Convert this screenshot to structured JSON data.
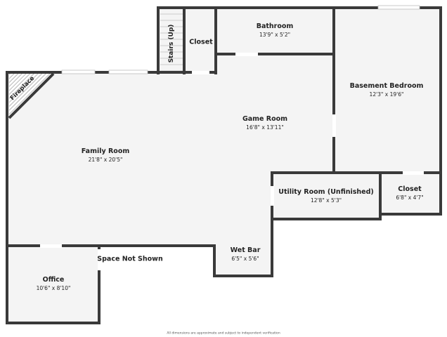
{
  "colors": {
    "wall": "#3a3a3a",
    "floor": "#f4f4f4",
    "window": "#ffffff"
  },
  "rooms": {
    "stairs": {
      "name": "Stairs (Up)"
    },
    "closet_top": {
      "name": "Closet"
    },
    "bathroom": {
      "name": "Bathroom",
      "dims": "13'9\" x 5'2\""
    },
    "bedroom": {
      "name": "Basement Bedroom",
      "dims": "12'3\" x 19'6\""
    },
    "game_room": {
      "name": "Game Room",
      "dims": "16'8\" x 13'11\""
    },
    "family_room": {
      "name": "Family Room",
      "dims": "21'8\" x 20'5\""
    },
    "fireplace": {
      "name": "Fireplace"
    },
    "utility": {
      "name": "Utility Room (Unfinished)",
      "dims": "12'8\" x 5'3\""
    },
    "closet_right": {
      "name": "Closet",
      "dims": "6'8\" x 4'7\""
    },
    "wet_bar": {
      "name": "Wet Bar",
      "dims": "6'5\" x 5'6\""
    },
    "office": {
      "name": "Office",
      "dims": "10'6\" x 8'10\""
    },
    "space_not_shown": {
      "name": "Space Not Shown"
    }
  },
  "footer": "All dimensions are approximate and subject to independent verification"
}
